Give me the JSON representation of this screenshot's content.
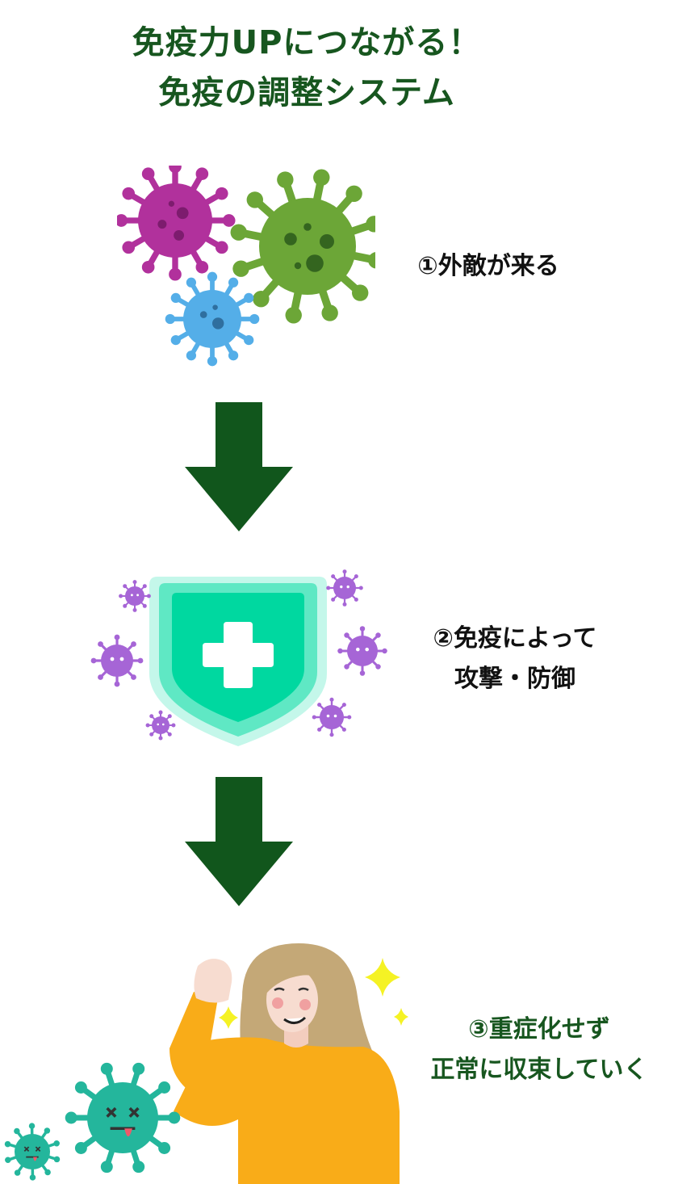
{
  "title": {
    "line1": "免疫力UPにつながる！",
    "line2": "免疫の調整システム"
  },
  "steps": [
    {
      "line1": "①外敵が来る"
    },
    {
      "line1": "②免疫によって",
      "line2": "攻撃・防御"
    },
    {
      "line1": "③重症化せず",
      "line2": "正常に収束していく"
    }
  ],
  "colors": {
    "title": "#17561f",
    "arrow": "#11561c",
    "virus_magenta": "#b1319c",
    "virus_green": "#6ca637",
    "virus_blue": "#54aee8",
    "shield": "#00d8a0",
    "virus_purple": "#a665d6",
    "virus_teal": "#24b69c",
    "shirt": "#f9ac18",
    "hair": "#c4a877",
    "sparkle": "#f5f224"
  },
  "icons": [
    "virus-icon",
    "down-arrow-icon",
    "shield-plus-icon",
    "happy-woman-icon",
    "sparkle-icon",
    "dead-virus-icon"
  ]
}
